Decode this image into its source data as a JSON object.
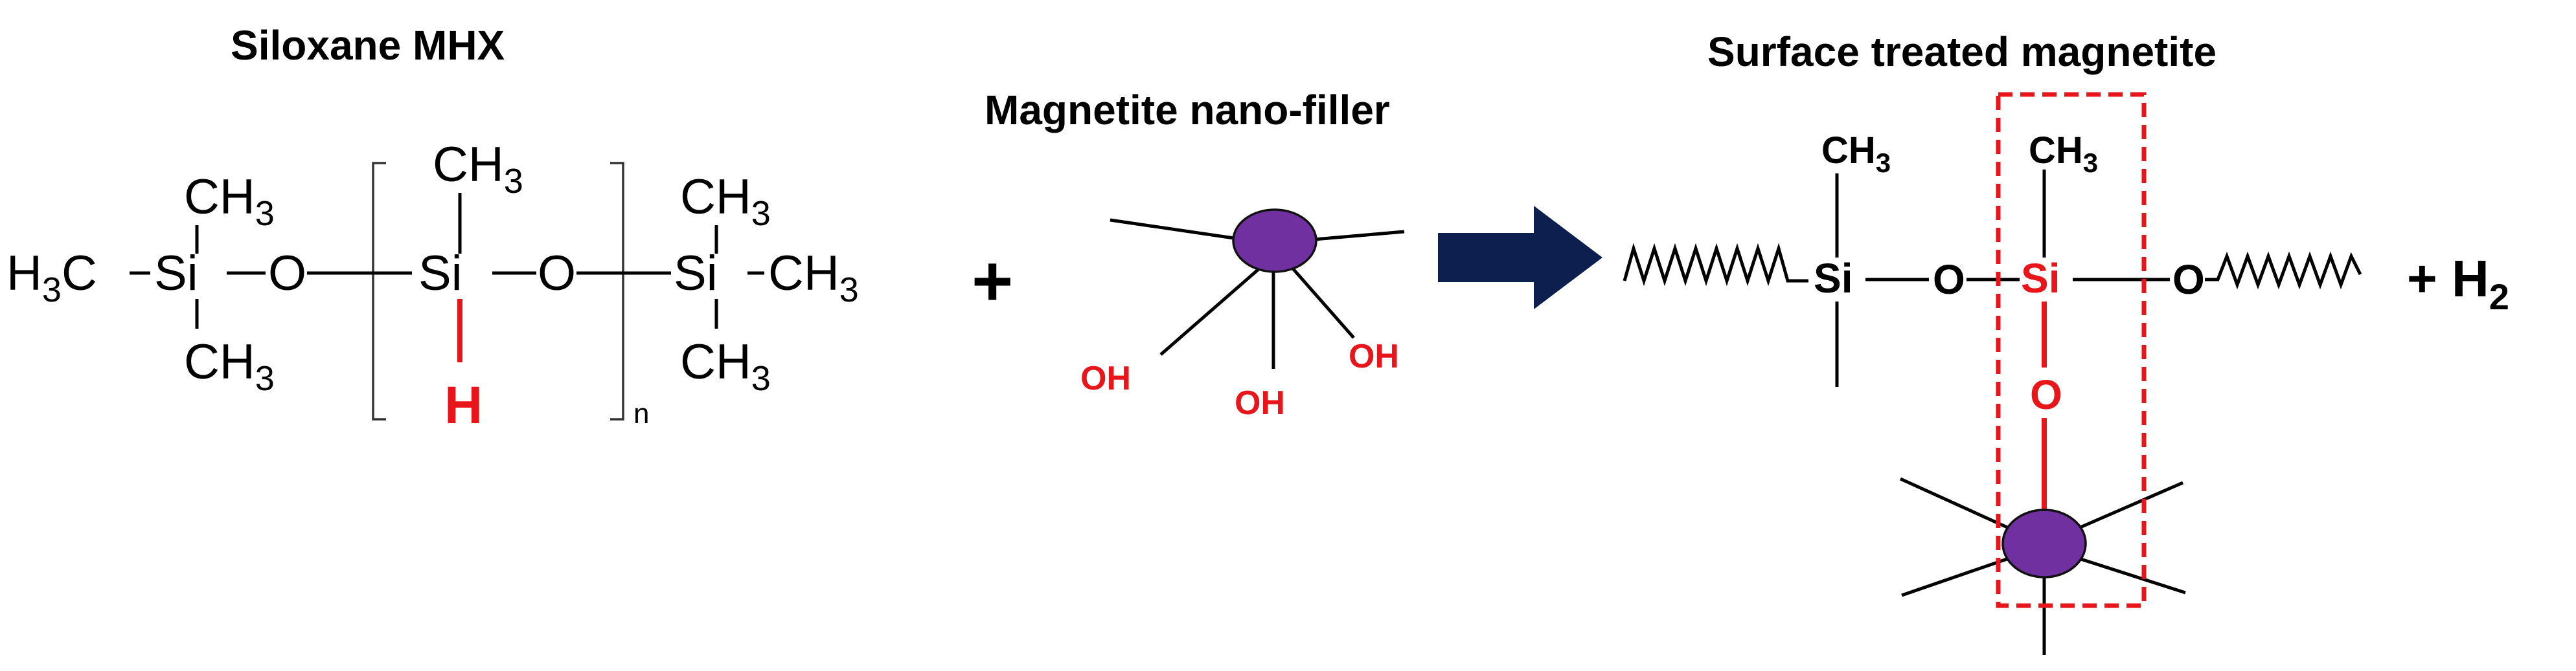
{
  "titles": {
    "siloxane": "Siloxane MHX",
    "magnetite": "Magnetite nano-filler",
    "treated": "Surface treated magnetite"
  },
  "siloxane": {
    "ch3_main": "CH",
    "sub3": "3",
    "h3_main": "H",
    "c_label": "C",
    "si_label": "Si",
    "o_label": "O",
    "h_label": "H",
    "n_label": "n"
  },
  "magnetite": {
    "oh_label": "OH",
    "particle_color": "#7030a0"
  },
  "treated": {
    "ch3_main": "CH",
    "sub3": "3",
    "si_label": "Si",
    "o_label": "O"
  },
  "reaction": {
    "plus": "+",
    "h2_main": "+ H",
    "h2_sub": "2",
    "arrow_color": "#0d1f4f"
  },
  "colors": {
    "highlight": "#e8161b",
    "text": "#000000"
  }
}
